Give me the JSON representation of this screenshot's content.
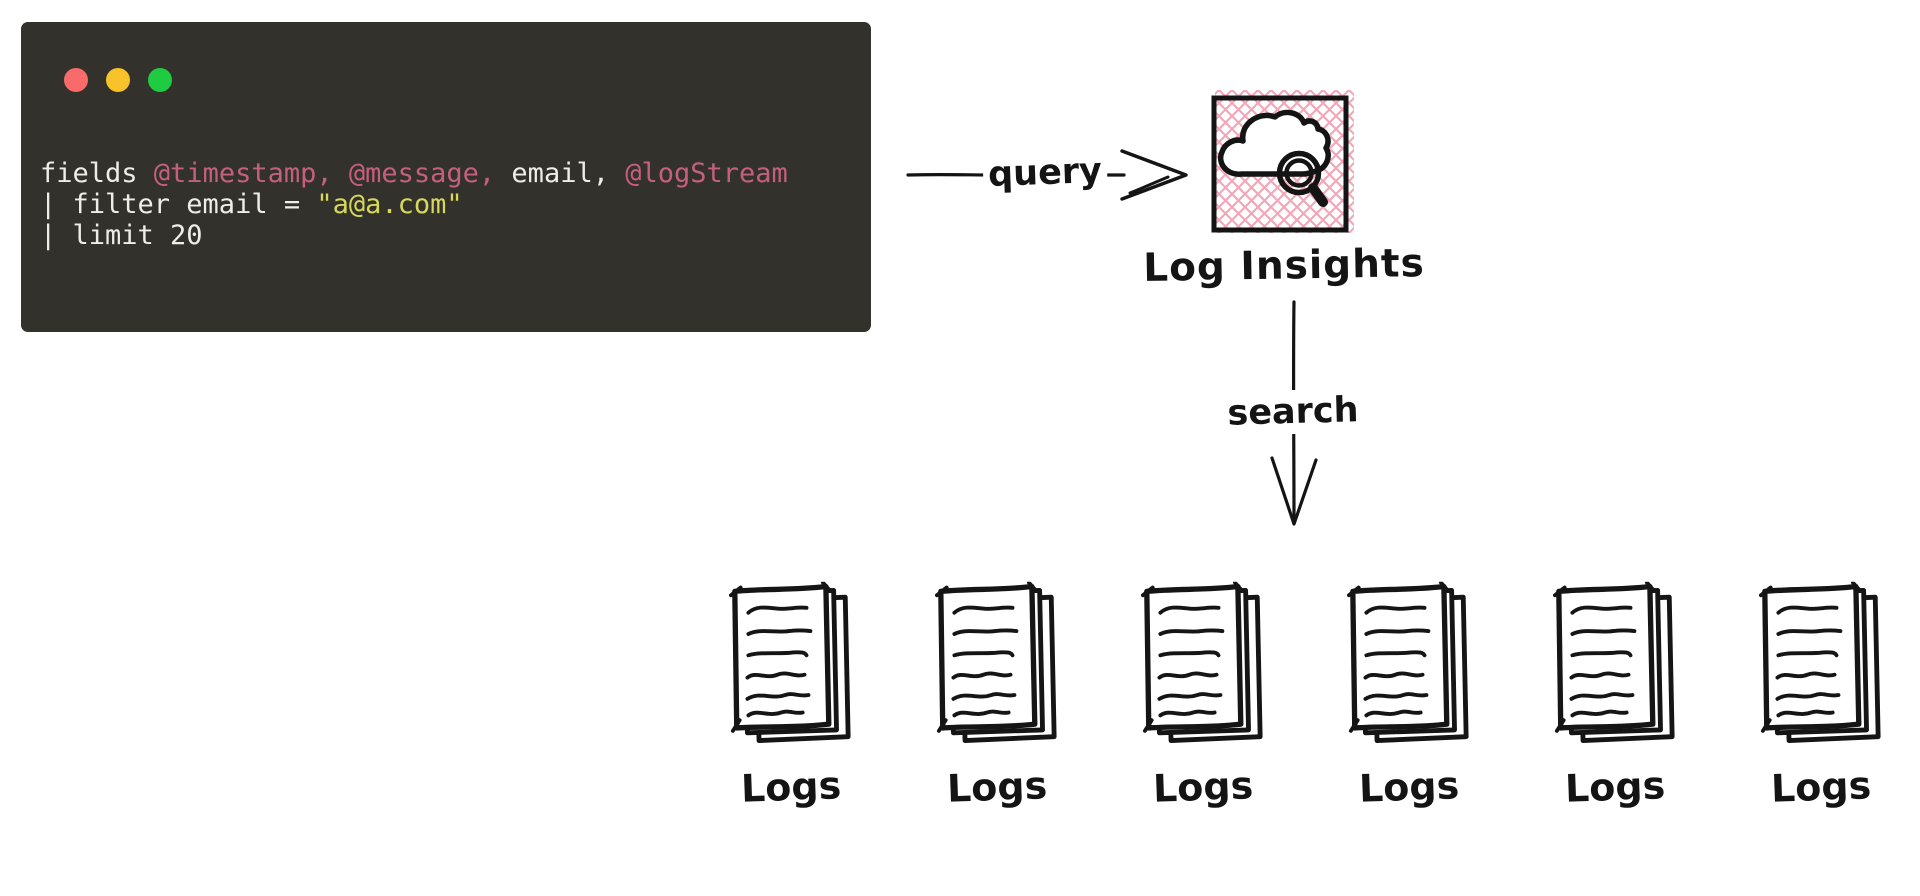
{
  "terminal": {
    "controls": [
      {
        "name": "close"
      },
      {
        "name": "minimize"
      },
      {
        "name": "maximize"
      }
    ],
    "code": {
      "line1": {
        "t1": "fields ",
        "t2": "@timestamp, @message,",
        "t3": " email, ",
        "t4": "@logStream"
      },
      "line2": {
        "t1": "| filter email = ",
        "t2": "\"a@a.com\""
      },
      "line3": {
        "t1": "| limit 20"
      }
    }
  },
  "diagram": {
    "query_arrow_label": "query",
    "search_arrow_label": "search",
    "log_insights_label": "Log Insights",
    "log_stacks": [
      {
        "label": "Logs"
      },
      {
        "label": "Logs"
      },
      {
        "label": "Logs"
      },
      {
        "label": "Logs"
      },
      {
        "label": "Logs"
      },
      {
        "label": "Logs"
      }
    ]
  },
  "colors": {
    "terminal_background": "#32312b",
    "code_default": "#edeee7",
    "code_field": "#c4607e",
    "code_string": "#d6d75b",
    "traffic_red": "#f96a6a",
    "traffic_yellow": "#f8c32a",
    "traffic_green": "#1fcb40",
    "ink": "#141414",
    "hatch_pink": "#f2a6b8",
    "canvas": "#ffffff"
  }
}
